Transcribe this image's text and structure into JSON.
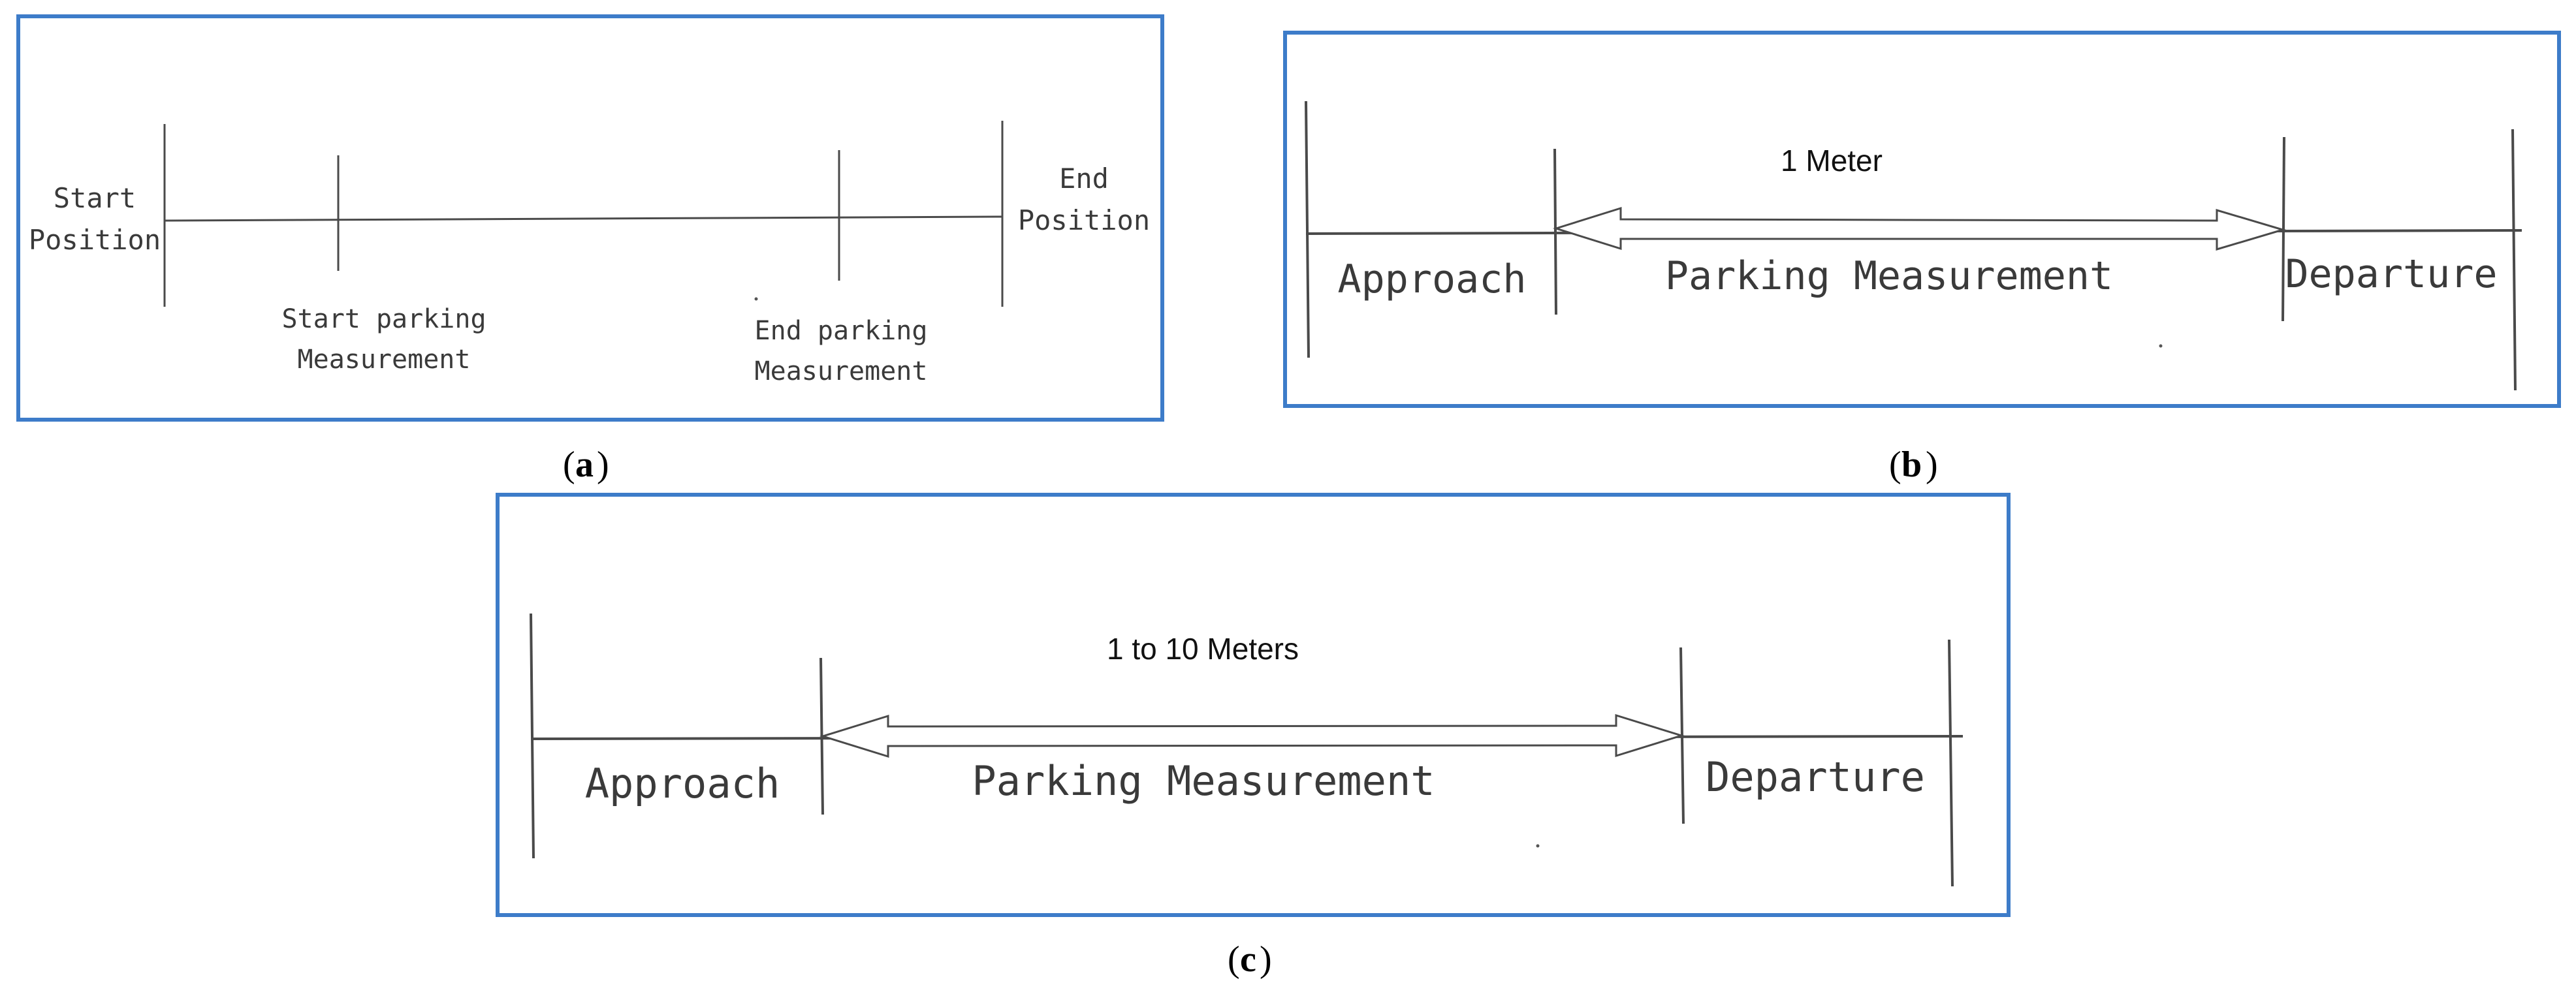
{
  "colors": {
    "frame": "#3d7cc9",
    "line": "#4a4a4a",
    "text": "#3a3a3a"
  },
  "panel_a": {
    "caption_letter": "a",
    "start_position": [
      "Start",
      "Position"
    ],
    "end_position": [
      "End",
      "Position"
    ],
    "start_parking": [
      "Start parking",
      "Measurement"
    ],
    "end_parking": [
      "End parking",
      "Measurement"
    ]
  },
  "panel_b": {
    "caption_letter": "b",
    "distance": "1 Meter",
    "approach": "Approach",
    "parking": "Parking Measurement",
    "departure": "Departure"
  },
  "panel_c": {
    "caption_letter": "c",
    "distance": "1 to 10 Meters",
    "approach": "Approach",
    "parking": "Parking Measurement",
    "departure": "Departure"
  }
}
